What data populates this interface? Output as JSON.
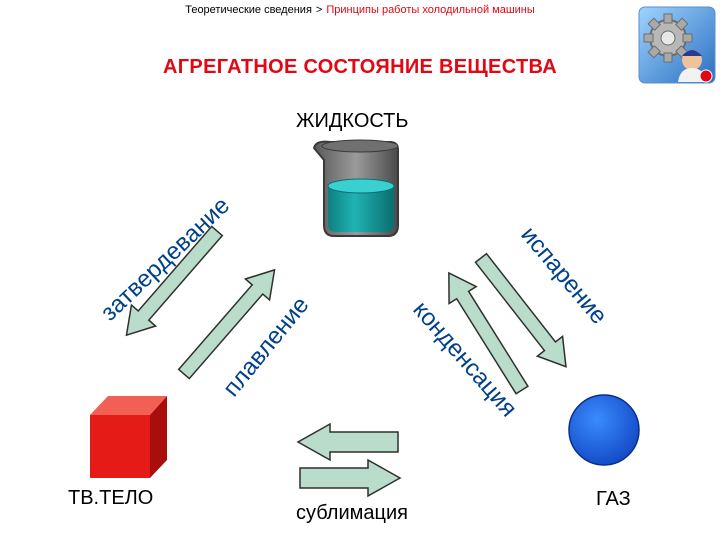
{
  "header": {
    "breadcrumb_root": "Теоретические сведения",
    "breadcrumb_sep": ">",
    "breadcrumb_current": "Принципы работы холодильной машины",
    "title": "АГРЕГАТНОЕ СОСТОЯНИЕ ВЕЩЕСТВА"
  },
  "states": {
    "liquid": "ЖИДКОСТЬ",
    "solid": "ТВ.ТЕЛО",
    "gas": "ГАЗ"
  },
  "transitions": {
    "solidification": "затвердевание",
    "melting": "плавление",
    "evaporation": "испарение",
    "condensation": "конденсация",
    "sublimation": "сублимация"
  },
  "icons": {
    "beaker": "beaker-icon",
    "cube": "cube-icon",
    "sphere": "sphere-icon",
    "logo": "gear-worker-logo-icon"
  },
  "colors": {
    "title_red": "#e30613",
    "word_blue": "#00418a",
    "arrow_fill": "#b9dccb",
    "cube_red": "#e41b17",
    "sphere_blue": "#1f6fe0",
    "liquid_teal": "#1aa3a3"
  }
}
